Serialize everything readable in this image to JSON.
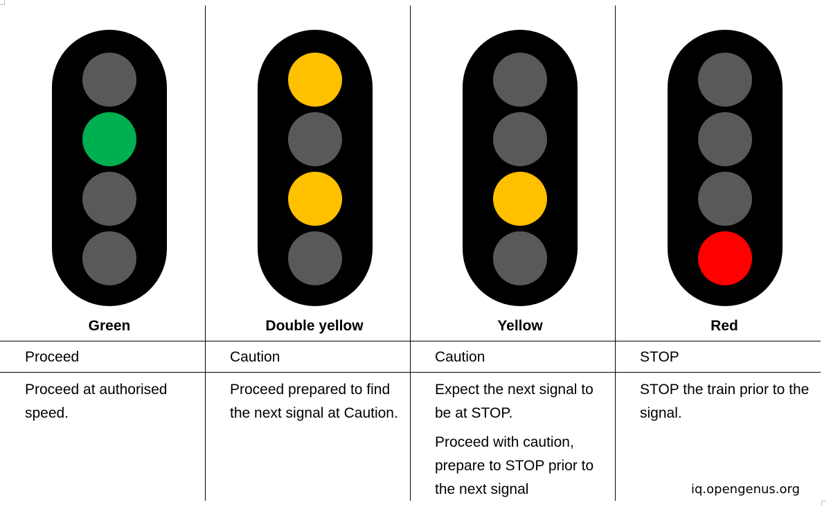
{
  "colors": {
    "signal_body": "#000000",
    "lamp_off": "#595959",
    "green": "#00b050",
    "yellow": "#ffc000",
    "red": "#ff0000"
  },
  "columns": [
    {
      "name": "Green",
      "lamps": [
        "off",
        "green",
        "off",
        "off"
      ],
      "meaning": "Proceed",
      "description": [
        "Proceed at authorised speed."
      ]
    },
    {
      "name": "Double yellow",
      "lamps": [
        "yellow",
        "off",
        "yellow",
        "off"
      ],
      "meaning": "Caution",
      "description": [
        "Proceed prepared to find the next signal at Caution."
      ]
    },
    {
      "name": "Yellow",
      "lamps": [
        "off",
        "off",
        "yellow",
        "off"
      ],
      "meaning": "Caution",
      "description": [
        "Expect the next signal to be at STOP.",
        "Proceed with caution, prepare to STOP prior to the next signal"
      ]
    },
    {
      "name": "Red",
      "lamps": [
        "off",
        "off",
        "off",
        "red"
      ],
      "meaning": "STOP",
      "description": [
        "STOP the train prior to the signal."
      ]
    }
  ],
  "watermark": "iq.opengenus.org"
}
